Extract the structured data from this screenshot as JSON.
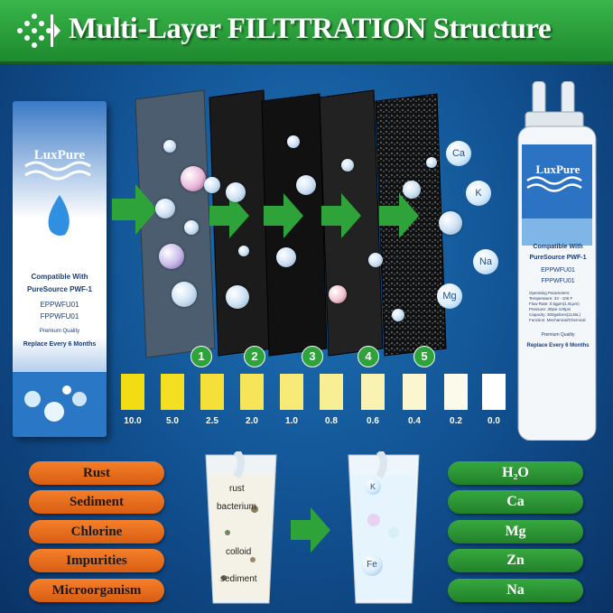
{
  "title": "Multi-Layer FILTTRATION Structure",
  "box": {
    "brand": "LuxPure",
    "compat": "Compatible With",
    "compat_model": "PureSource PWF-1",
    "model1": "EPPWFU01",
    "model2": "FPPWFU01",
    "quality": "Premium Quality",
    "replace": "Replace Every 6 Months"
  },
  "cartridge": {
    "brand": "LuxPure",
    "compat": "Compatible With",
    "compat_model": "PureSource PWF-1",
    "model1": "EPPWFU01",
    "model2": "FPPWFU01",
    "params_title": "Operating Parameters:",
    "params": [
      "Temperature: 33 - 100 F",
      "Flow Rate: 0.5gpm(1.9Lpm)",
      "Pressure: 30psi-120psi",
      "Capacity: 300gallons(1135L)",
      "Function: Mechanical/Chemical"
    ],
    "quality": "Premium Quality",
    "replace": "Replace Every 6 Months"
  },
  "layers": [
    "1",
    "2",
    "3",
    "4",
    "5"
  ],
  "ions": [
    "Ca",
    "K",
    "Na",
    "Mg"
  ],
  "scale": [
    "10.0",
    "5.0",
    "2.5",
    "2.0",
    "1.0",
    "0.8",
    "0.6",
    "0.4",
    "0.2",
    "0.0"
  ],
  "scale_colors": [
    "#f2dc14",
    "#f4de22",
    "#f5e03a",
    "#f6e558",
    "#f7ea76",
    "#f8ee94",
    "#f9f2b2",
    "#fbf6cf",
    "#fcfaea",
    "#ffffff"
  ],
  "contaminants": [
    "Rust",
    "Sediment",
    "Chlorine",
    "Impurities",
    "Microorganism"
  ],
  "minerals": [
    "H₂O",
    "Ca",
    "Mg",
    "Zn",
    "Na"
  ],
  "dirty_glass_labels": [
    "rust",
    "bacterium",
    "colloid",
    "sediment"
  ],
  "clean_glass_labels": [
    "K",
    "Fe"
  ],
  "colors": {
    "banner_green": "#2ea33a",
    "contaminant_orange": "#f57f2a",
    "mineral_green": "#37a83f",
    "background_blue": "#114f8f"
  }
}
